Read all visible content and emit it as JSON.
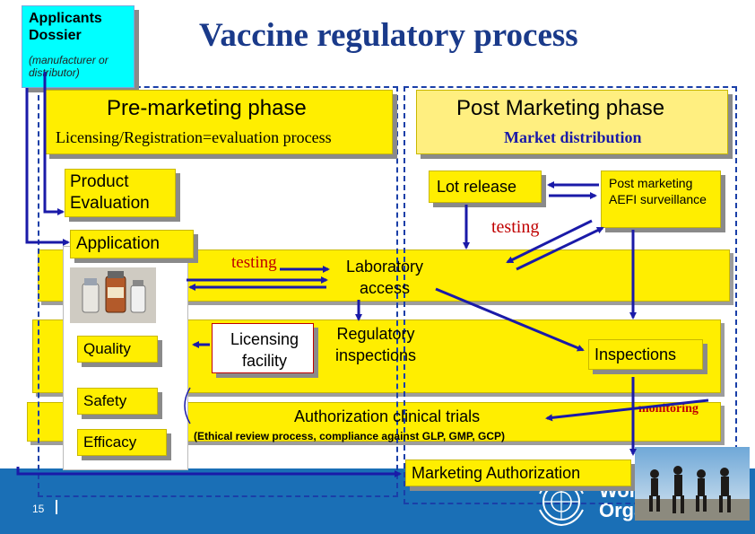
{
  "title": "Vaccine regulatory process",
  "applicants": {
    "title": "Applicants Dossier",
    "subtitle": "(manufacturer or distributor)"
  },
  "pre_marketing": {
    "title": "Pre-marketing phase",
    "subtitle": "Licensing/Registration=evaluation process"
  },
  "post_marketing": {
    "title": "Post Marketing phase",
    "subtitle": "Market distribution"
  },
  "boxes": {
    "product_evaluation": "Product Evaluation",
    "application": "Application",
    "quality": "Quality",
    "safety": "Safety",
    "efficacy": "Efficacy",
    "lot_release": "Lot release",
    "post_marketing_aefi": "Post marketing AEFI surveillance",
    "licensing_facility": "Licensing facility",
    "inspections": "Inspections",
    "marketing_authorization": "Marketing Authorization"
  },
  "labels": {
    "testing_left": "testing",
    "testing_right": "testing",
    "laboratory_access": "Laboratory access",
    "regulatory_inspections": "Regulatory inspections",
    "authorization_clinical_trials": "Authorization clinical trials",
    "ethical_review": "(Ethical review process, compliance against GLP, GMP, GCP)",
    "monitoring": "monitoring"
  },
  "footer": {
    "page_number": "15",
    "org_text_1": "Worl",
    "org_text_2": "Orga"
  },
  "colors": {
    "yellow": "#ffee00",
    "light_yellow": "#ffef80",
    "cyan": "#00ffff",
    "blue_arrow": "#1a1aa8",
    "footer_blue": "#1a6fb6",
    "red_text": "#c00000",
    "title_blue": "#1a3a8a"
  }
}
